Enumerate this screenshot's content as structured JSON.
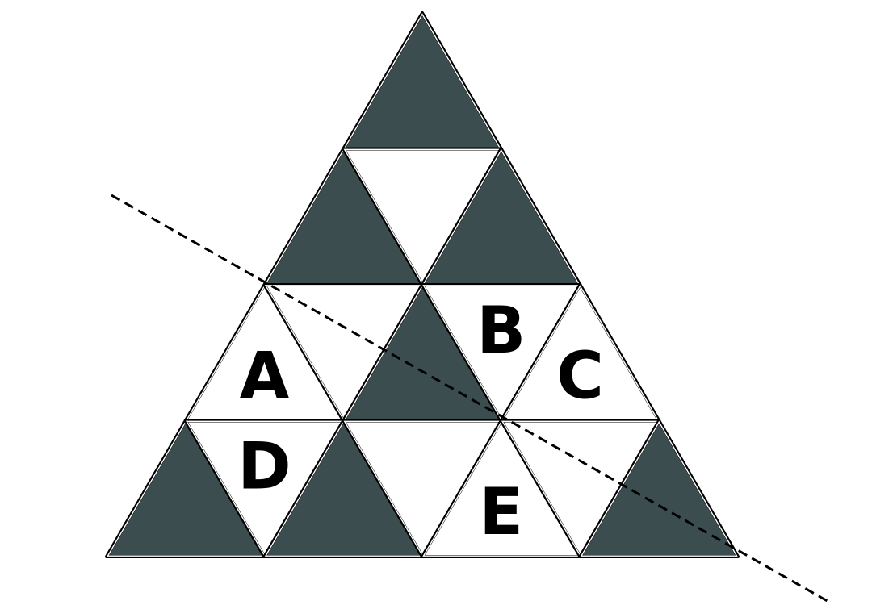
{
  "diagram": {
    "colors": {
      "shaded": "#3b4d4f",
      "unshaded": "#ffffff",
      "outline": "#000000"
    },
    "rows": [
      [
        {
          "shaded": true,
          "label": ""
        }
      ],
      [
        {
          "shaded": true,
          "label": ""
        },
        {
          "shaded": false,
          "label": ""
        },
        {
          "shaded": true,
          "label": ""
        }
      ],
      [
        {
          "shaded": false,
          "label": "A"
        },
        {
          "shaded": false,
          "label": ""
        },
        {
          "shaded": true,
          "label": ""
        },
        {
          "shaded": false,
          "label": "B"
        },
        {
          "shaded": false,
          "label": "C"
        }
      ],
      [
        {
          "shaded": true,
          "label": ""
        },
        {
          "shaded": false,
          "label": "D"
        },
        {
          "shaded": true,
          "label": ""
        },
        {
          "shaded": false,
          "label": ""
        },
        {
          "shaded": false,
          "label": "E"
        },
        {
          "shaded": false,
          "label": ""
        },
        {
          "shaded": true,
          "label": ""
        }
      ]
    ]
  }
}
